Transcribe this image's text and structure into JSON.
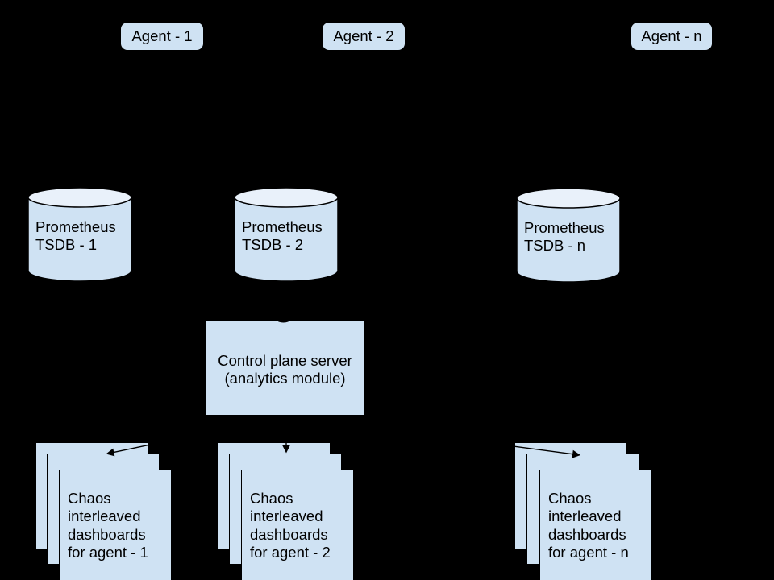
{
  "colors": {
    "background": "#000000",
    "shape_fill": "#cfe2f3",
    "cylinder_top_fill": "#e9f1fa",
    "line": "#000000",
    "text": "#000000"
  },
  "agents": [
    {
      "label": "Agent - 1"
    },
    {
      "label": "Agent - 2"
    },
    {
      "label": "Agent - n"
    }
  ],
  "tsdbs": [
    {
      "line1": "Prometheus",
      "line2": "TSDB - 1"
    },
    {
      "line1": "Prometheus",
      "line2": "TSDB - 2"
    },
    {
      "line1": "Prometheus",
      "line2": "TSDB - n"
    }
  ],
  "control_plane": {
    "line1": "Control plane server",
    "line2": "(analytics module)"
  },
  "dashboards": [
    {
      "lines": [
        "Chaos",
        "interleaved",
        "dashboards",
        "for agent - 1"
      ]
    },
    {
      "lines": [
        "Chaos",
        "interleaved",
        "dashboards",
        "for agent - 2"
      ]
    },
    {
      "lines": [
        "Chaos",
        "interleaved",
        "dashboards",
        "for agent - n"
      ]
    }
  ]
}
